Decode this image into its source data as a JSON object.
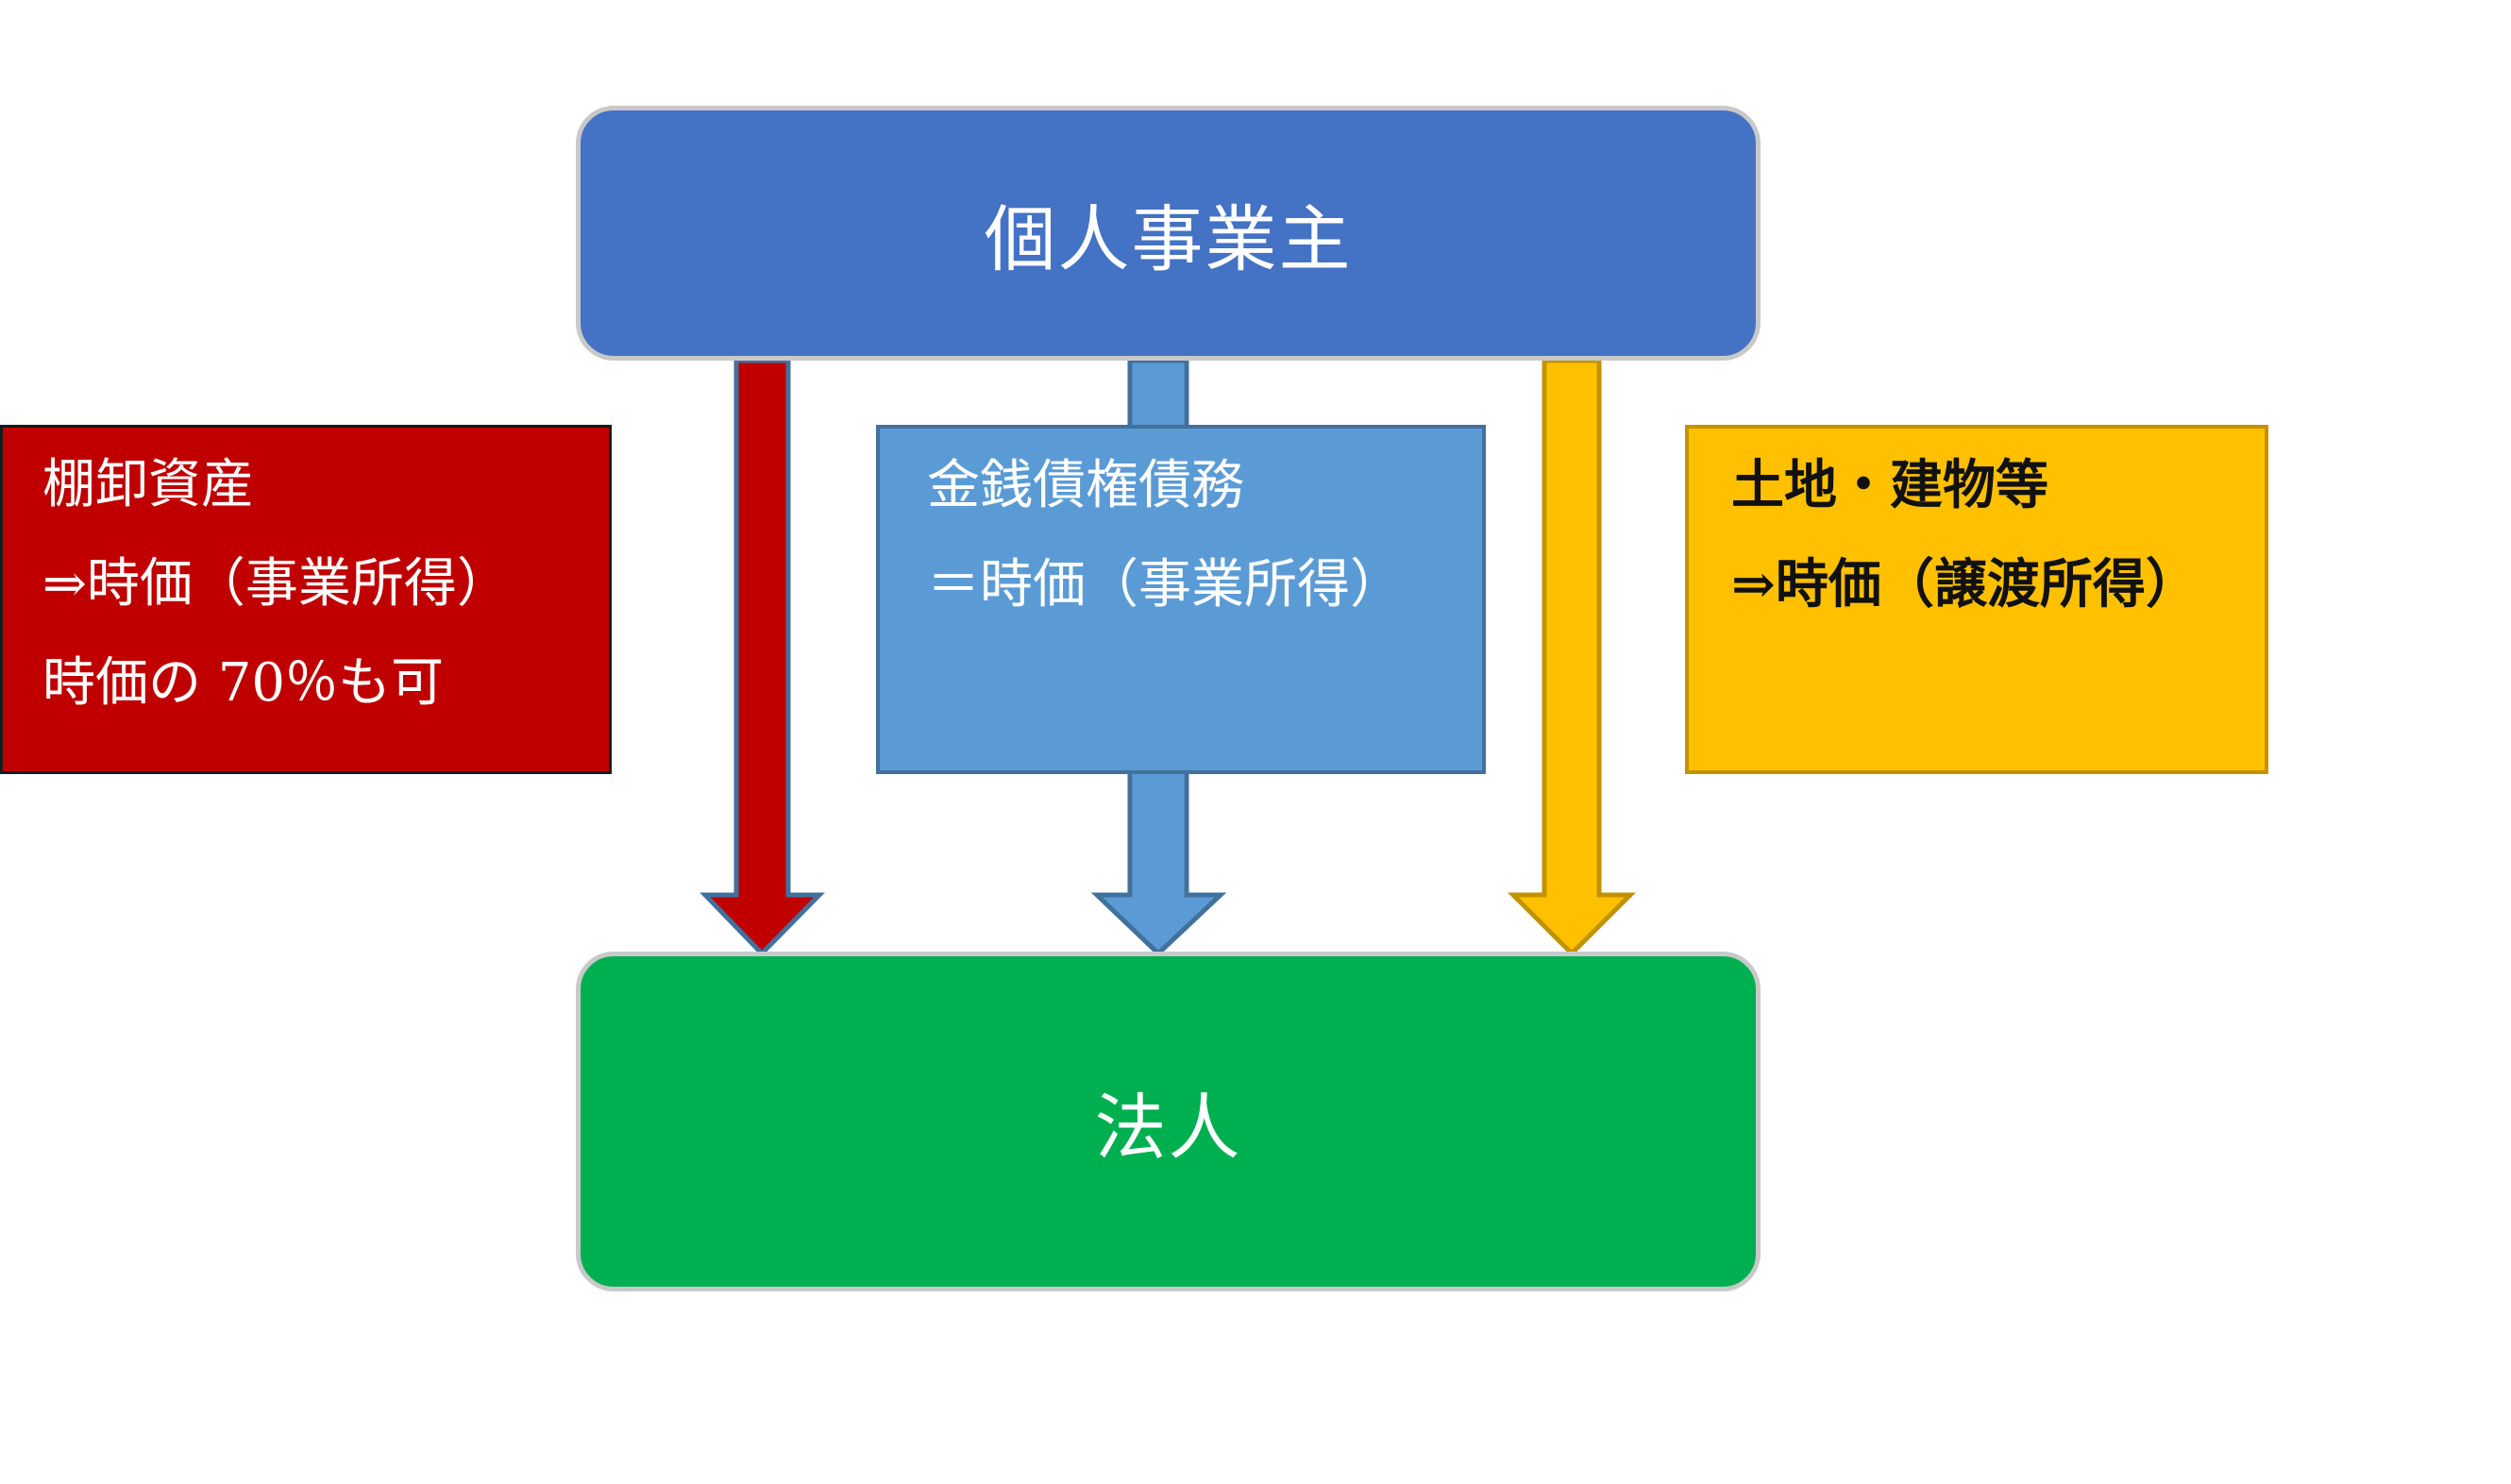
{
  "nodes": {
    "top": "個人事業主",
    "bottom": "法人"
  },
  "notes": {
    "inventory": {
      "lines": [
        "棚卸資産",
        "⇒時価（事業所得）",
        "時価の 70％も可"
      ]
    },
    "monetary": {
      "lines": [
        "金銭債権債務",
        "＝時価（事業所得）"
      ]
    },
    "real_estate": {
      "lines": [
        "土地・建物等",
        "⇒時価（譲渡所得）"
      ]
    }
  },
  "colors": {
    "top_node": "#4472c4",
    "bottom_node": "#00b050",
    "inventory": "#c00000",
    "monetary": "#5b9bd5",
    "real_estate": "#ffc000"
  }
}
